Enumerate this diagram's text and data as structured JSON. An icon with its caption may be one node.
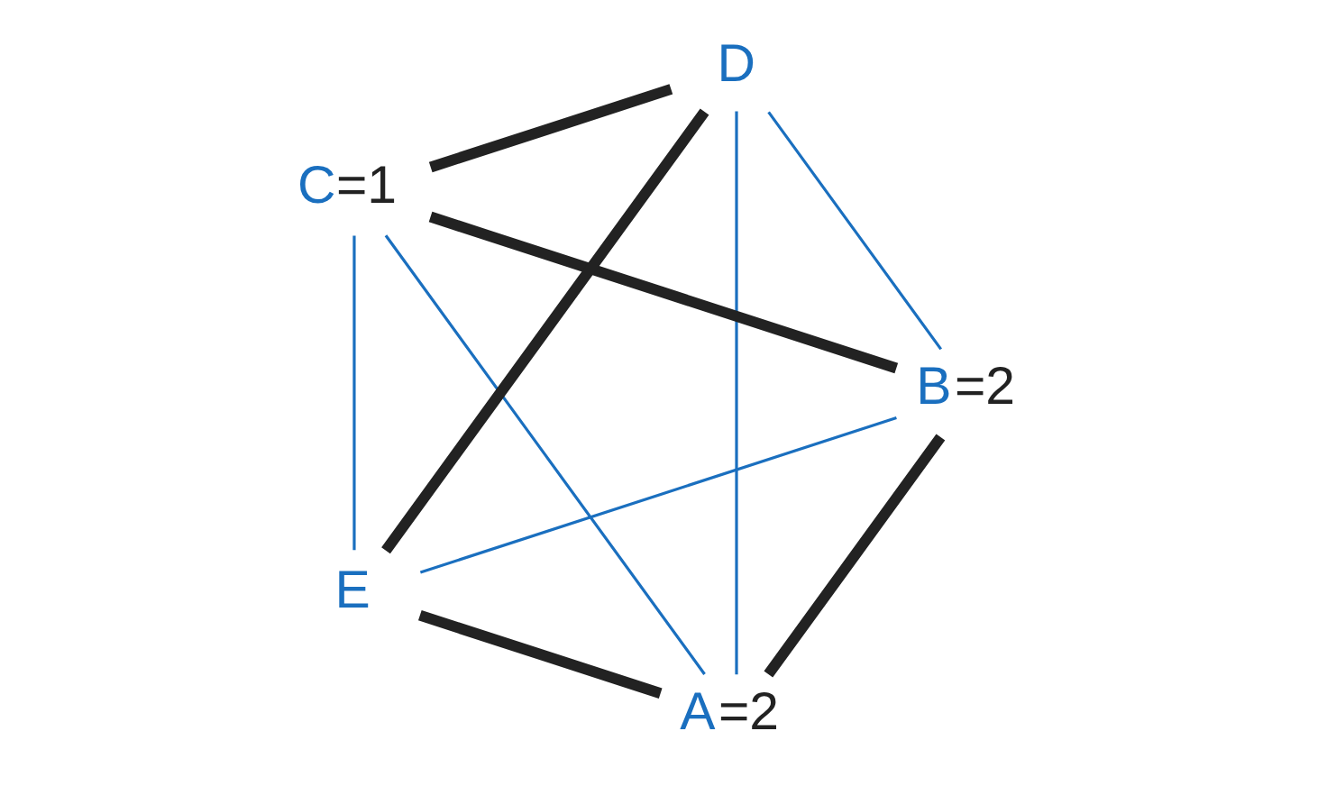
{
  "diagram": {
    "nodes": [
      {
        "text": [
          "A"
        ],
        "beside": [
          "=2"
        ]
      },
      {
        "text": [
          "B"
        ],
        "beside": [
          "=2"
        ]
      },
      {
        "text": [
          "C"
        ],
        "beside": [
          "=1"
        ]
      },
      {
        "text": [
          "D"
        ]
      },
      {
        "text": [
          "E"
        ]
      }
    ],
    "edges": [
      {
        "from": 0,
        "to": 1,
        "arrow": "none",
        "style": "thick",
        "color": "#222222"
      },
      {
        "from": 1,
        "to": 2,
        "arrow": "none",
        "style": "thick",
        "color": "#222222"
      },
      {
        "from": 2,
        "to": 3,
        "arrow": "none",
        "style": "thick",
        "color": "#222222"
      },
      {
        "from": 3,
        "to": 4,
        "arrow": "none",
        "style": "thick",
        "color": "#222222"
      },
      {
        "from": 4,
        "to": 0,
        "arrow": "none",
        "style": "thick",
        "color": "#222222"
      },
      {
        "from": 0,
        "to": 2,
        "arrow": "none",
        "color": "#1a6fbf"
      },
      {
        "from": 0,
        "to": 3,
        "arrow": "none",
        "color": "#1a6fbf"
      },
      {
        "from": 4,
        "to": 1,
        "arrow": "none",
        "color": "#1a6fbf"
      },
      {
        "from": 4,
        "to": 2,
        "arrow": "none",
        "color": "#1a6fbf"
      },
      {
        "from": 1,
        "to": 3,
        "arrow": "none",
        "color": "#1a6fbf"
      }
    ]
  }
}
